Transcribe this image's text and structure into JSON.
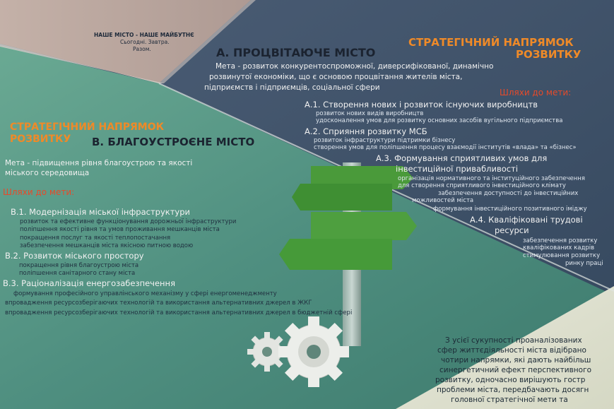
{
  "motto": {
    "line1": "НАШЕ МІСТО - НАШЕ МАЙБУТНЄ",
    "line2": "Сьогодні. Завтра.",
    "line3": "Разом."
  },
  "section_a": {
    "heading_line1": "СТРАТЕГІЧНИЙ НАПРЯМОК",
    "heading_line2": "РОЗВИТКУ",
    "title": "А. ПРОЦВІТАЮЧЕ МІСТО",
    "goal_lines": [
      "Мета - розвиток конкурентоспроможної, диверсифікованої, динамічно",
      "розвинутої економіки, що є основою процвітання жителів міста,",
      "підприємств і підприємців, соціальної сфери"
    ],
    "paths_label": "Шляхи до мети:",
    "items": [
      {
        "title": "А.1. Створення нових і розвиток існуючих виробництв",
        "subs": [
          "розвиток нових видів виробництв",
          "удосконалення умов для розвитку основних засобів вугільного підприємства"
        ]
      },
      {
        "title": "А.2. Сприяння розвитку МСБ",
        "subs": [
          "розвиток інфраструктури підтримки бізнесу",
          "створення умов для поліпшення процесу взаємодії інститутів «влада» та «бізнес»"
        ]
      },
      {
        "title_line1": "А.3. Формування сприятливих умов для",
        "title_line2": "інвестиційної привабливості",
        "subs": [
          "організація нормативного та інституційного забезпечення",
          "для створення сприятливого інвестиційного клімату",
          "забезпечення доступності до інвестиційних",
          "можливостей міста",
          "формування інвестиційного позитивного іміджу"
        ]
      },
      {
        "title_line1": "А.4. Кваліфіковані трудові",
        "title_line2": "ресурси",
        "subs": [
          "забезпечення розвитку",
          "кваліфікованих кадрів",
          "стимулювання розвитку",
          "ринку праці"
        ]
      }
    ]
  },
  "section_b": {
    "heading_line1": "СТРАТЕГІЧНИЙ НАПРЯМОК",
    "heading_line2": "РОЗВИТКУ",
    "title": "В. БЛАГОУСТРОЄНЕ МІСТО",
    "goal_lines": [
      "Мета - підвищення рівня благоустрою та якості",
      "міського середовища"
    ],
    "paths_label": "Шляхи до мети:",
    "items": [
      {
        "title": "В.1. Модернізація міської інфраструктури",
        "subs": [
          "розвиток та ефективне функціонування дорожньої інфраструктури",
          "поліпшення якості рівня та умов проживання мешканців міста",
          "покращення послуг та якості теплопостачання",
          "забезпечення мешканців міста якісною питною водою"
        ]
      },
      {
        "title": "В.2. Розвиток міського простору",
        "subs": [
          "покращення рівня благоустрою міста",
          "поліпшення санітарного стану міста"
        ]
      },
      {
        "title": "В.3. Раціоналізація енергозабезпечення",
        "subs": [
          "формування професійного управлінського механізму у сфері енергоменеджменту",
          "впровадження ресурсозберігаючих технологій та використання альтернативних джерел в ЖКГ",
          "впровадження ресурсозберігаючих технологій та використання альтернативних джерел в бюджетній сфері"
        ]
      }
    ]
  },
  "conclusion_lines": [
    "З усієї сукупності проаналізованих",
    "сфер життєдіяльності міста відібрано",
    "чотири напрямки, які дають найбільш",
    "синергетичний ефект перспективного",
    "розвитку, одночасно вирішують гостр",
    "проблеми міста, передбачають досягн",
    "головної стратегічної мети та"
  ],
  "colors": {
    "accent_orange": "#ef8a28",
    "paths_red": "#e64a2a",
    "navy_panel": "#41546b",
    "green_panel": "#5e9a86",
    "beige_panel": "#bba79f"
  }
}
